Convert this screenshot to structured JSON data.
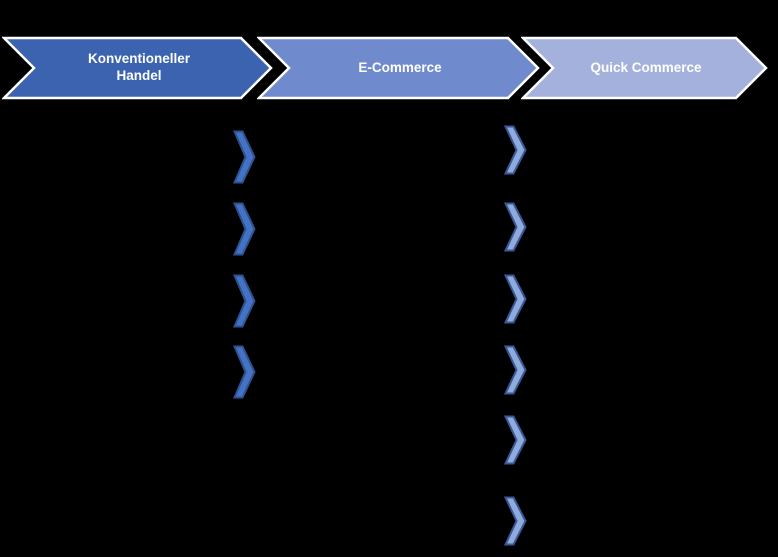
{
  "background_color": "#000000",
  "stages": [
    {
      "label": "Konventioneller Handel",
      "color": "#3B63AF",
      "border_color": "#FFFFFF",
      "text_color": "#FFFFFF"
    },
    {
      "label": "E-Commerce",
      "color": "#6F8BCE",
      "border_color": "#FFFFFF",
      "text_color": "#FFFFFF"
    },
    {
      "label": "Quick Commerce",
      "color": "#A3B1DC",
      "border_color": "#FFFFFF",
      "text_color": "#FFFFFF"
    }
  ],
  "bullets": {
    "left": {
      "fill": "#4472C4",
      "stroke": "#2F528F",
      "count": 4
    },
    "right": {
      "fill": "#8FAADC",
      "stroke": "#3A5894",
      "count": 6
    }
  }
}
